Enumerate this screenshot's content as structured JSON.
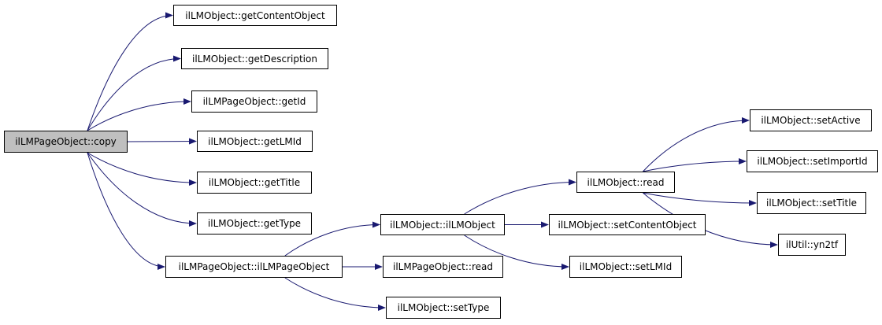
{
  "diagram": {
    "nodes": [
      {
        "id": "n0",
        "label": "ilLMPageObject::copy",
        "root": true
      },
      {
        "id": "n1",
        "label": "ilLMObject::getContentObject"
      },
      {
        "id": "n2",
        "label": "ilLMObject::getDescription"
      },
      {
        "id": "n3",
        "label": "ilLMPageObject::getId"
      },
      {
        "id": "n4",
        "label": "ilLMObject::getLMId"
      },
      {
        "id": "n5",
        "label": "ilLMObject::getTitle"
      },
      {
        "id": "n6",
        "label": "ilLMObject::getType"
      },
      {
        "id": "n7",
        "label": "ilLMPageObject::ilLMPageObject"
      },
      {
        "id": "n8",
        "label": "ilLMObject::ilLMObject"
      },
      {
        "id": "n9",
        "label": "ilLMPageObject::read"
      },
      {
        "id": "n10",
        "label": "ilLMObject::setType"
      },
      {
        "id": "n11",
        "label": "ilLMObject::read"
      },
      {
        "id": "n12",
        "label": "ilLMObject::setContentObject"
      },
      {
        "id": "n13",
        "label": "ilLMObject::setLMId"
      },
      {
        "id": "n14",
        "label": "ilLMObject::setActive"
      },
      {
        "id": "n15",
        "label": "ilLMObject::setImportId"
      },
      {
        "id": "n16",
        "label": "ilLMObject::setTitle"
      },
      {
        "id": "n17",
        "label": "ilUtil::yn2tf"
      }
    ],
    "edges": [
      [
        "n0",
        "n1"
      ],
      [
        "n0",
        "n2"
      ],
      [
        "n0",
        "n3"
      ],
      [
        "n0",
        "n4"
      ],
      [
        "n0",
        "n5"
      ],
      [
        "n0",
        "n6"
      ],
      [
        "n0",
        "n7"
      ],
      [
        "n7",
        "n8"
      ],
      [
        "n7",
        "n9"
      ],
      [
        "n7",
        "n10"
      ],
      [
        "n8",
        "n11"
      ],
      [
        "n8",
        "n12"
      ],
      [
        "n8",
        "n13"
      ],
      [
        "n11",
        "n14"
      ],
      [
        "n11",
        "n15"
      ],
      [
        "n11",
        "n16"
      ],
      [
        "n11",
        "n17"
      ]
    ],
    "edge_color": "#191970"
  }
}
